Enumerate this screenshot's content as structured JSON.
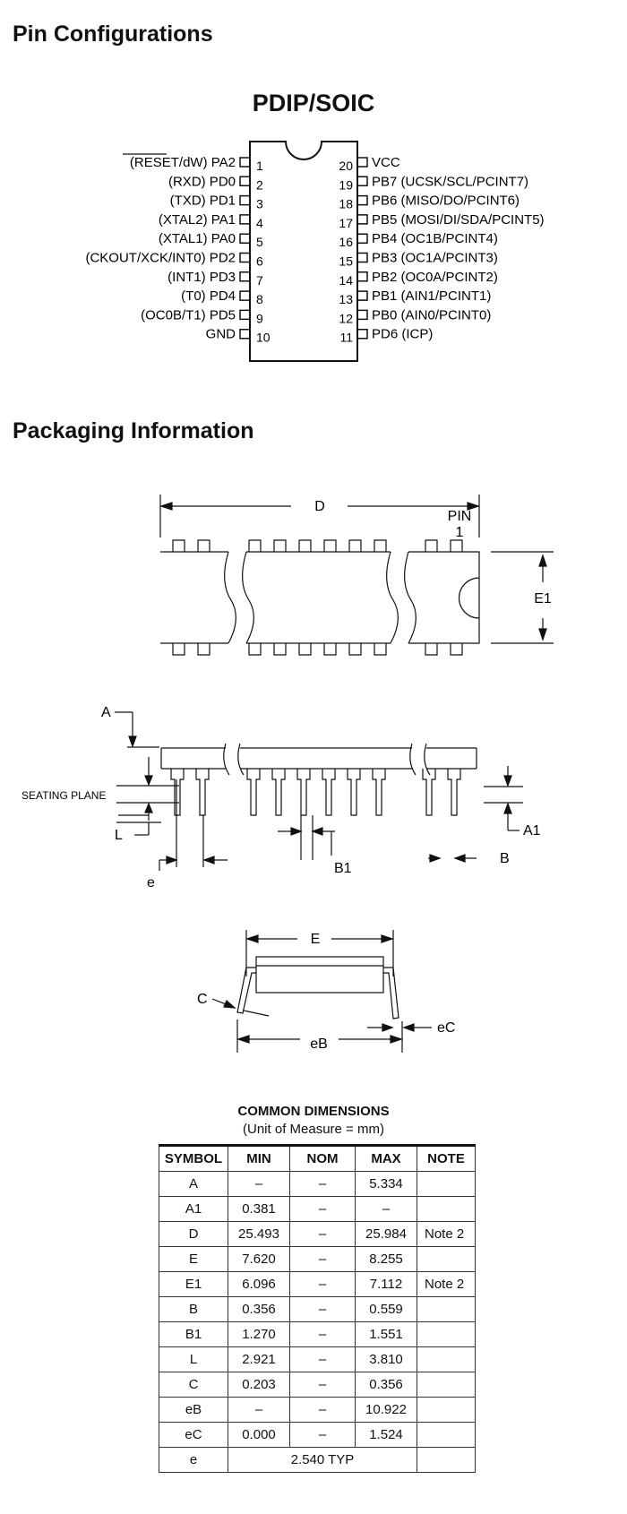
{
  "sections": {
    "pin_config_title": "Pin Configurations",
    "packaging_title": "Packaging Information"
  },
  "package_name": "PDIP/SOIC",
  "pins_left": [
    {
      "num": "1",
      "label": "(RESET/dW) PA2"
    },
    {
      "num": "2",
      "label": "(RXD) PD0"
    },
    {
      "num": "3",
      "label": "(TXD) PD1"
    },
    {
      "num": "4",
      "label": "(XTAL2) PA1"
    },
    {
      "num": "5",
      "label": "(XTAL1) PA0"
    },
    {
      "num": "6",
      "label": "(CKOUT/XCK/INT0) PD2"
    },
    {
      "num": "7",
      "label": "(INT1) PD3"
    },
    {
      "num": "8",
      "label": "(T0) PD4"
    },
    {
      "num": "9",
      "label": "(OC0B/T1) PD5"
    },
    {
      "num": "10",
      "label": "GND"
    }
  ],
  "pins_right": [
    {
      "num": "20",
      "label": "VCC"
    },
    {
      "num": "19",
      "label": "PB7 (UCSK/SCL/PCINT7)"
    },
    {
      "num": "18",
      "label": "PB6 (MISO/DO/PCINT6)"
    },
    {
      "num": "17",
      "label": "PB5 (MOSI/DI/SDA/PCINT5)"
    },
    {
      "num": "16",
      "label": "PB4 (OC1B/PCINT4)"
    },
    {
      "num": "15",
      "label": "PB3 (OC1A/PCINT3)"
    },
    {
      "num": "14",
      "label": "PB2 (OC0A/PCINT2)"
    },
    {
      "num": "13",
      "label": "PB1 (AIN1/PCINT1)"
    },
    {
      "num": "12",
      "label": "PB0 (AIN0/PCINT0)"
    },
    {
      "num": "11",
      "label": "PD6 (ICP)"
    }
  ],
  "drawing_labels": {
    "D": "D",
    "pin1_a": "PIN",
    "pin1_b": "1",
    "E1": "E1",
    "A": "A",
    "seating_plane": "SEATING PLANE",
    "L": "L",
    "e": "e",
    "B1": "B1",
    "B": "B",
    "A1": "A1",
    "E": "E",
    "C": "C",
    "eB": "eB",
    "eC": "eC"
  },
  "dimensions": {
    "title": "COMMON DIMENSIONS",
    "subtitle": "(Unit of Measure = mm)",
    "headers": [
      "SYMBOL",
      "MIN",
      "NOM",
      "MAX",
      "NOTE"
    ],
    "rows": [
      [
        "A",
        "–",
        "–",
        "5.334",
        ""
      ],
      [
        "A1",
        "0.381",
        "–",
        "–",
        ""
      ],
      [
        "D",
        "25.493",
        "–",
        "25.984",
        "Note 2"
      ],
      [
        "E",
        "7.620",
        "–",
        "8.255",
        ""
      ],
      [
        "E1",
        "6.096",
        "–",
        "7.112",
        "Note 2"
      ],
      [
        "B",
        "0.356",
        "–",
        "0.559",
        ""
      ],
      [
        "B1",
        "1.270",
        "–",
        "1.551",
        ""
      ],
      [
        "L",
        "2.921",
        "–",
        "3.810",
        ""
      ],
      [
        "C",
        "0.203",
        "–",
        "0.356",
        ""
      ],
      [
        "eB",
        "–",
        "–",
        "10.922",
        ""
      ],
      [
        "eC",
        "0.000",
        "–",
        "1.524",
        ""
      ]
    ],
    "last_row": {
      "symbol": "e",
      "value": "2.540 TYP"
    }
  }
}
